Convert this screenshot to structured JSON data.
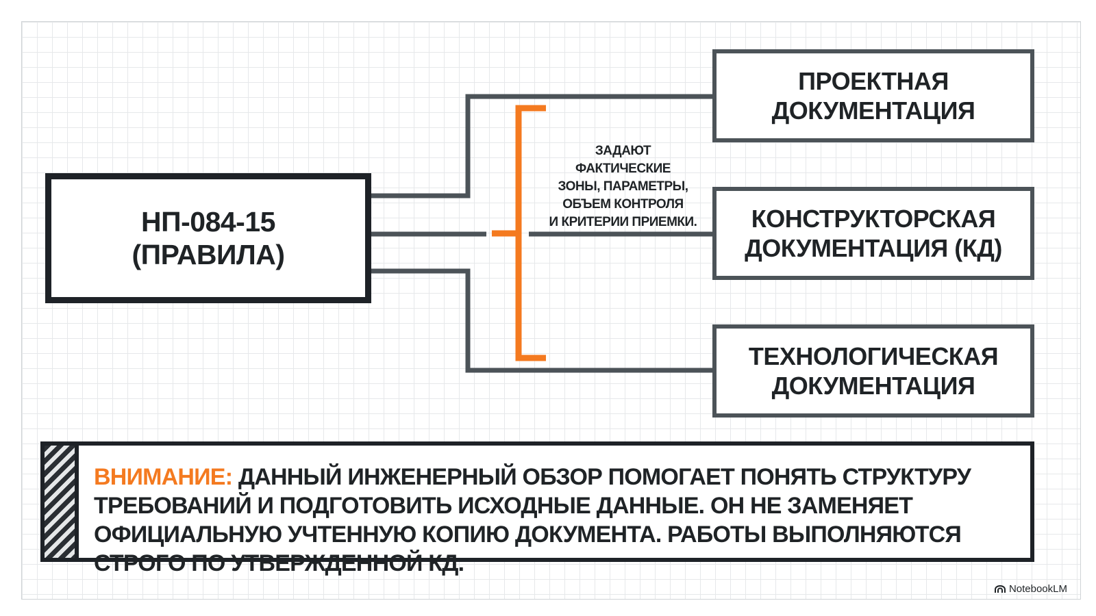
{
  "diagram": {
    "source": {
      "line1": "НП-084-15",
      "line2": "(ПРАВИЛА)"
    },
    "targets": [
      {
        "line1": "ПРОЕКТНАЯ",
        "line2": "ДОКУМЕНТАЦИЯ"
      },
      {
        "line1": "КОНСТРУКТОРСКАЯ",
        "line2": "ДОКУМЕНТАЦИЯ (КД)"
      },
      {
        "line1": "ТЕХНОЛОГИЧЕСКАЯ",
        "line2": "ДОКУМЕНТАЦИЯ"
      }
    ],
    "note": "ЗАДАЮТ ФАКТИЧЕСКИЕ\nЗОНЫ, ПАРАМЕТРЫ,\nОБЪЕМ КОНТРОЛЯ\nИ КРИТЕРИИ ПРИЕМКИ."
  },
  "warning": {
    "label": "ВНИМАНИЕ:",
    "text": "ДАННЫЙ ИНЖЕНЕРНЫЙ ОБЗОР ПОМОГАЕТ ПОНЯТЬ СТРУКТУРУ ТРЕБОВАНИЙ И ПОДГОТОВИТЬ ИСХОДНЫЕ ДАННЫЕ. ОН НЕ ЗАМЕНЯЕТ ОФИЦИАЛЬНУЮ УЧТЕННУЮ КОПИЮ ДОКУМЕНТА. РАБОТЫ ВЫПОЛНЯЮТСЯ СТРОГО ПО УТВЕРЖДЕННОЙ КД."
  },
  "brand": {
    "name": "NotebookLM",
    "icon": "notebooklm-icon"
  },
  "colors": {
    "accent": "#f47a20",
    "line": "#4c5358",
    "border": "#1e2227"
  }
}
